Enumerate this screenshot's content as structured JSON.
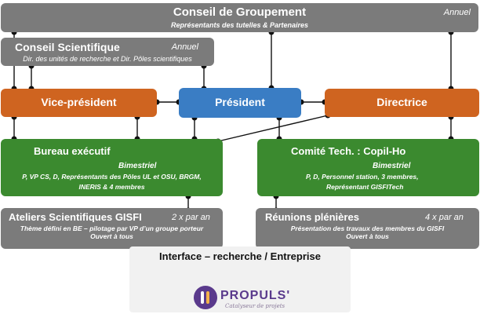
{
  "conseil_groupement": {
    "title": "Conseil de Groupement",
    "freq": "Annuel",
    "subtitle": "Représentants des tutelles & Partenaires"
  },
  "conseil_scientifique": {
    "title": "Conseil Scientifique",
    "freq": "Annuel",
    "subtitle": "Dir. des unités de recherche et Dir. Pôles scientifiques"
  },
  "vice_president": {
    "title": "Vice-président"
  },
  "president": {
    "title": "Président"
  },
  "directrice": {
    "title": "Directrice"
  },
  "bureau": {
    "title": "Bureau exécutif",
    "freq": "Bimestriel",
    "line1": "P, VP CS, D, Représentants des Pôles UL et OSU, BRGM,",
    "line2": "INERIS & 4 membres"
  },
  "comite": {
    "title": "Comité Tech. : Copil-Ho",
    "freq": "Bimestriel",
    "line1": "P, D, Personnel station, 3 membres,",
    "line2": "Représentant GISFITech"
  },
  "ateliers": {
    "title": "Ateliers Scientifiques GISFI",
    "freq": "2 x par an",
    "line1": "Thème défini en BE – pilotage par VP d’un groupe porteur",
    "line2": "Ouvert à tous"
  },
  "reunions": {
    "title": "Réunions plénières",
    "freq": "4 x par an",
    "line1": "Présentation des travaux  des membres du GISFI",
    "line2": "Ouvert à tous"
  },
  "interface": {
    "title": "Interface – recherche / Entreprise",
    "logo_text": "PROPULS'",
    "logo_tagline": "Catalyseur de projets"
  },
  "colors": {
    "gray": "#7b7b7b",
    "orange": "#cf6420",
    "blue": "#3a7dc4",
    "green": "#3b8a2f"
  }
}
